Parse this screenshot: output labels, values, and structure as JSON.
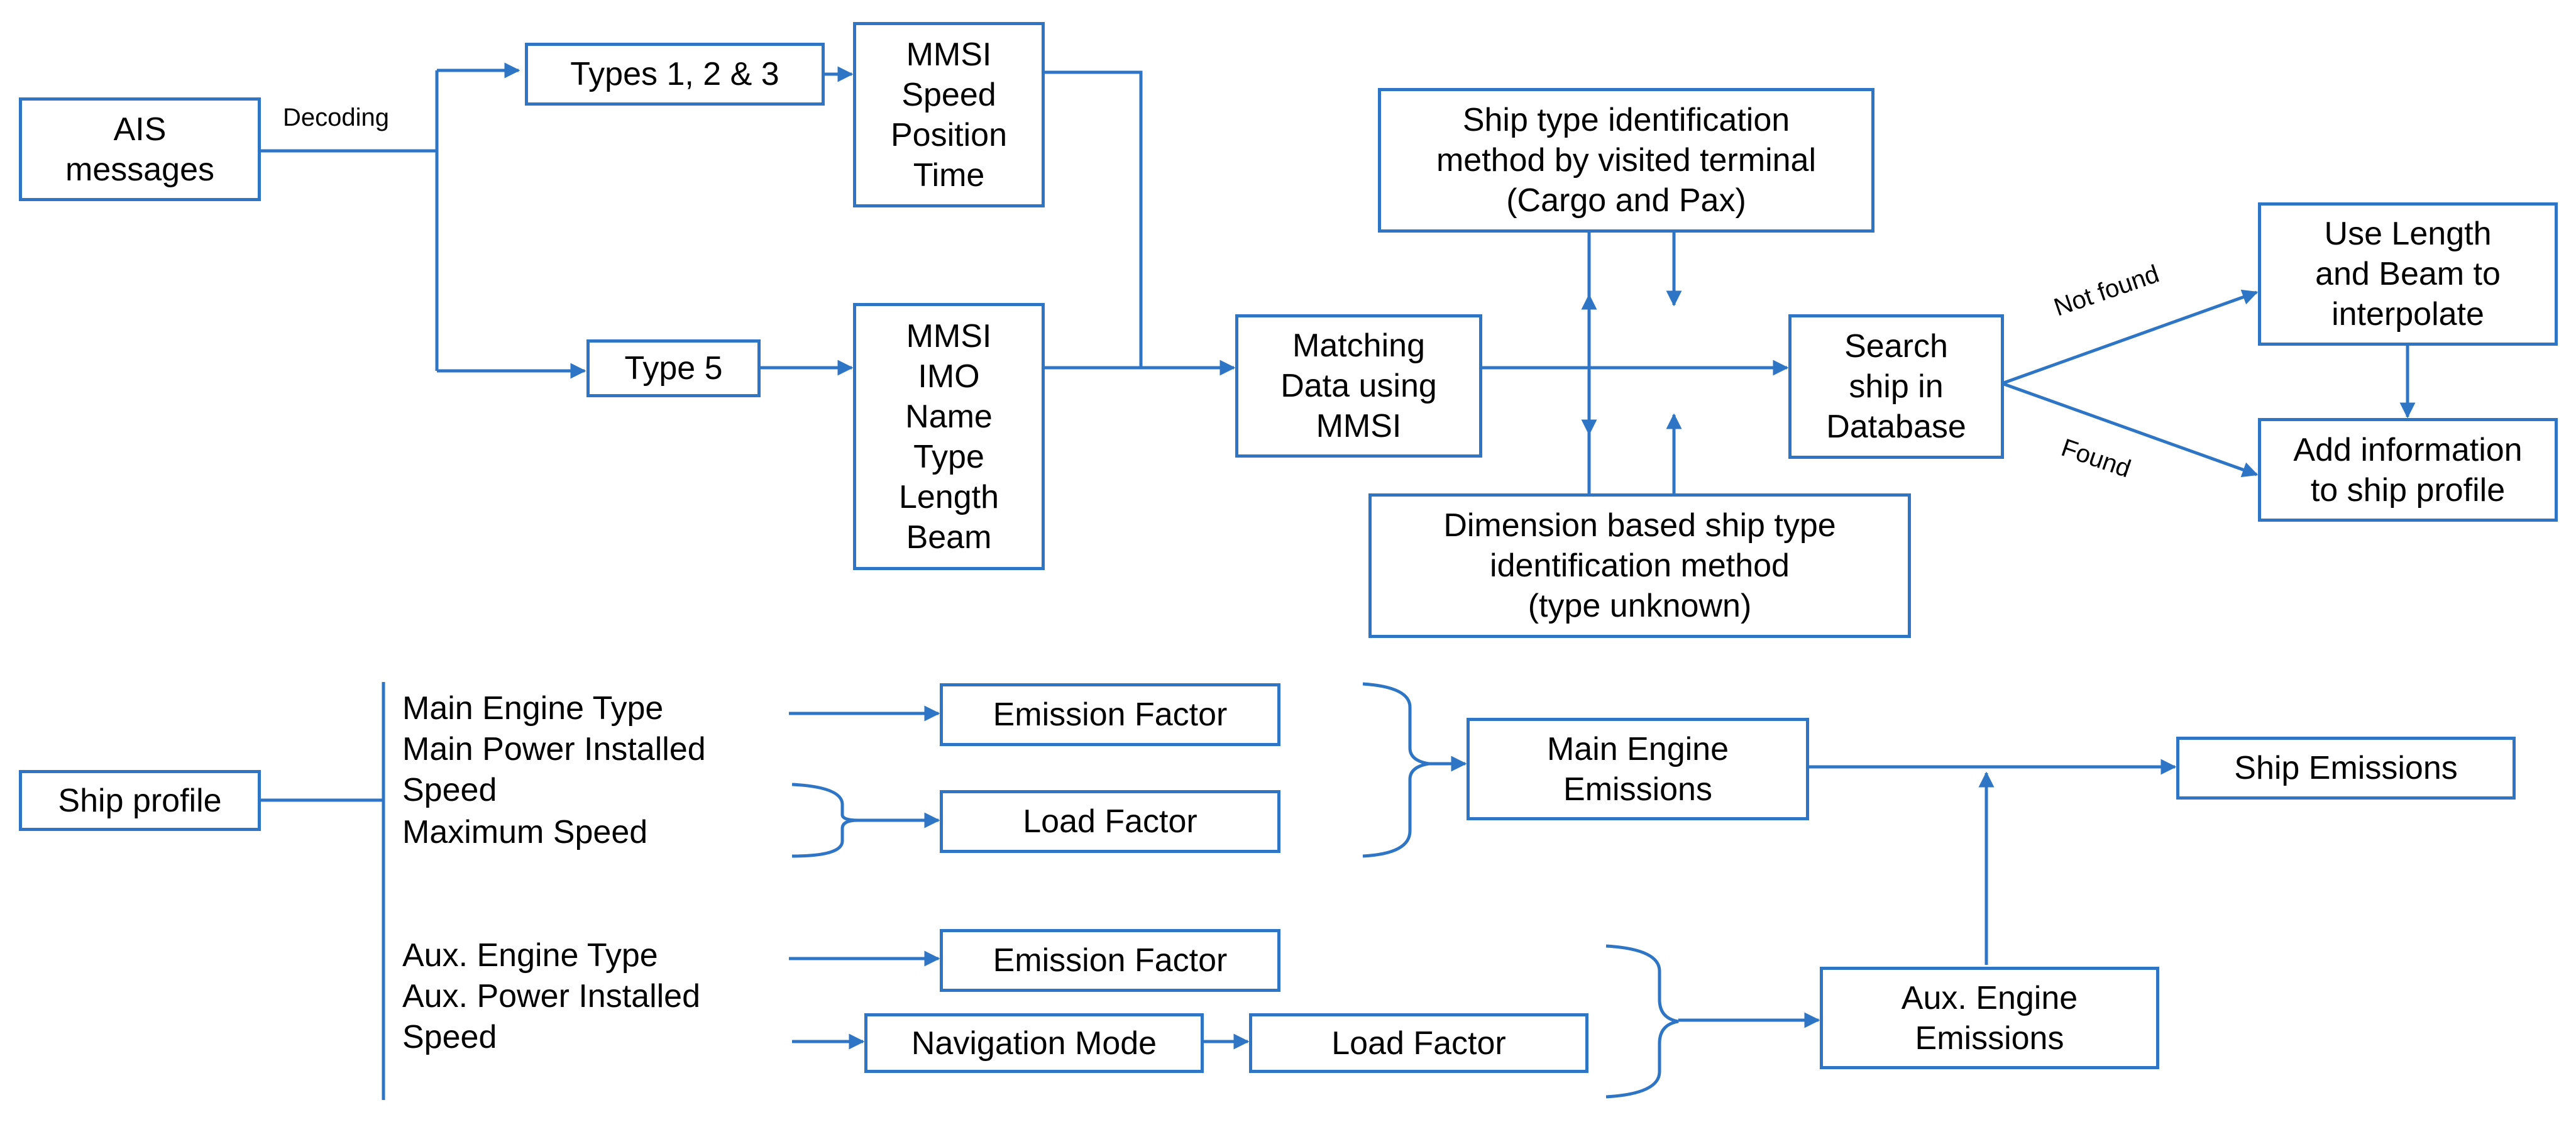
{
  "colors": {
    "line": "#2f75c6",
    "text": "#000000",
    "background": "#ffffff"
  },
  "top": {
    "ais_messages": [
      "AIS",
      "messages"
    ],
    "decoding_label": "Decoding",
    "types123": "Types 1, 2 & 3",
    "type5": "Type 5",
    "dynamic_fields": [
      "MMSI",
      "Speed",
      "Position",
      "Time"
    ],
    "static_fields": [
      "MMSI",
      "IMO",
      "Name",
      "Type",
      "Length",
      "Beam"
    ],
    "matching": [
      "Matching",
      "Data using",
      "MMSI"
    ],
    "terminal_method": [
      "Ship type identification",
      "method by visited terminal",
      "(Cargo and Pax)"
    ],
    "dimension_method": [
      "Dimension based ship type",
      "identification method",
      "(type unknown)"
    ],
    "search": [
      "Search",
      "ship in",
      "Database"
    ],
    "not_found_label": "Not found",
    "found_label": "Found",
    "interpolate": [
      "Use Length",
      "and Beam to",
      "interpolate"
    ],
    "add_info": [
      "Add information",
      "to ship profile"
    ]
  },
  "bottom": {
    "ship_profile": "Ship profile",
    "main_inputs": [
      "Main Engine Type",
      "Main Power Installed",
      "Speed",
      "Maximum Speed"
    ],
    "aux_inputs": [
      "Aux. Engine Type",
      "Aux. Power Installed",
      "Speed"
    ],
    "emission_factor_main": "Emission Factor",
    "load_factor_main": "Load Factor",
    "emission_factor_aux": "Emission Factor",
    "navigation_mode": "Navigation Mode",
    "load_factor_aux": "Load Factor",
    "main_emissions": [
      "Main Engine",
      "Emissions"
    ],
    "aux_emissions": [
      "Aux. Engine",
      "Emissions"
    ],
    "ship_emissions": "Ship Emissions"
  }
}
